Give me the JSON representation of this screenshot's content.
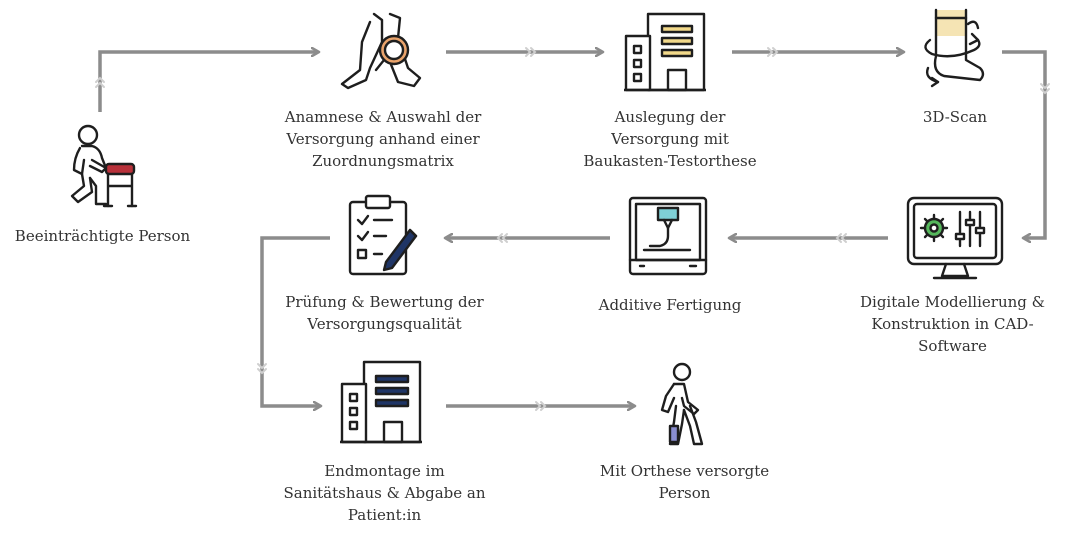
{
  "colors": {
    "arrow": "#8c8c8c",
    "chevron": "#d2d2d2",
    "outline": "#1e1e1e",
    "accent_orange": "#e9a36b",
    "accent_yellow": "#f2d98a",
    "accent_red": "#b8313a",
    "accent_navy": "#1f3566",
    "accent_teal": "#7fd0d6",
    "accent_green": "#56b85c",
    "accent_purple": "#8a8ed0",
    "accent_skin": "#f5e4b4"
  },
  "nodes": {
    "person": {
      "icon": "walker-person-icon",
      "lines": [
        "Beeinträchtigte Person"
      ]
    },
    "anamnese": {
      "icon": "leg-magnifier-icon",
      "lines": [
        "Anamnese & Auswahl der",
        "Versorgung anhand einer",
        "Zuordnungsmatrix"
      ]
    },
    "auslegung": {
      "icon": "building-yellow-icon",
      "lines": [
        "Auslegung der",
        "Versorgung mit",
        "Baukasten-Testorthese"
      ]
    },
    "scan": {
      "icon": "foot-scan-icon",
      "lines": [
        "3D-Scan"
      ]
    },
    "cad": {
      "icon": "monitor-gear-icon",
      "lines": [
        "Digitale Modellierung &",
        "Konstruktion in CAD-",
        "Software"
      ]
    },
    "fertigung": {
      "icon": "3d-printer-icon",
      "lines": [
        "Additive Fertigung"
      ]
    },
    "pruefung": {
      "icon": "clipboard-checklist-icon",
      "lines": [
        "Prüfung & Bewertung der",
        "Versorgungsqualität"
      ]
    },
    "endmontage": {
      "icon": "building-navy-icon",
      "lines": [
        "Endmontage im",
        "Sanitätshaus & Abgabe an",
        "Patient:in"
      ]
    },
    "versorgt": {
      "icon": "walking-person-icon",
      "lines": [
        "Mit Orthese versorgte",
        "Person"
      ]
    }
  }
}
